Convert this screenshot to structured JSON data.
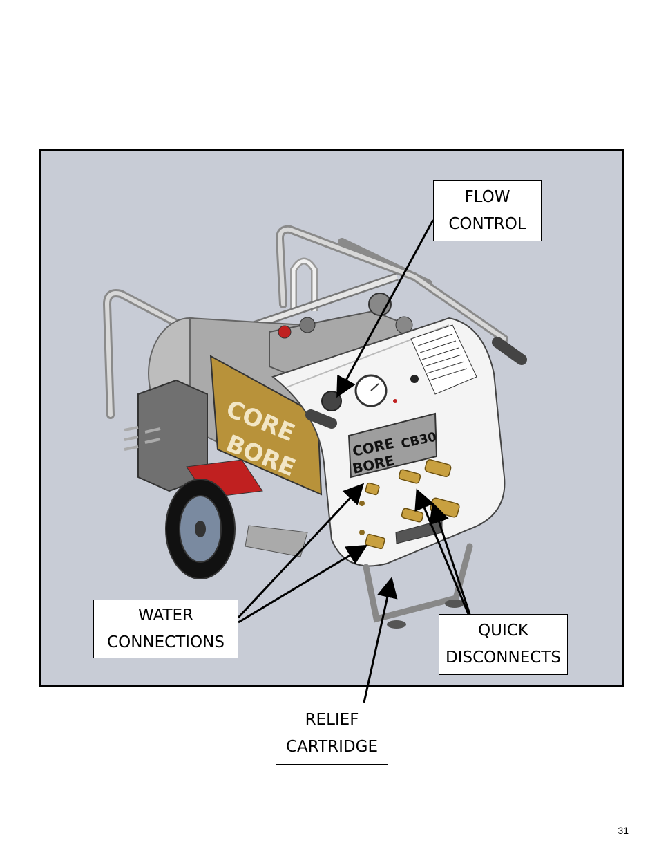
{
  "callouts": {
    "flow_control": {
      "line1": "FLOW",
      "line2": "CONTROL"
    },
    "water_connections": {
      "line1": "WATER",
      "line2": "CONNECTIONS"
    },
    "quick_disconnects": {
      "line1": "QUICK",
      "line2": "DISCONNECTS"
    },
    "relief_cartridge": {
      "line1": "RELIEF",
      "line2": "CARTRIDGE"
    }
  },
  "machine": {
    "logo_text": "CORE BORE",
    "model": "CB30"
  },
  "page_number": "31",
  "colors": {
    "background": "#c8ccd6",
    "panel": "#f4f4f4",
    "frame": "#9a9a9a",
    "brass": "#c8a040",
    "logo_gold": "#b8923a"
  }
}
